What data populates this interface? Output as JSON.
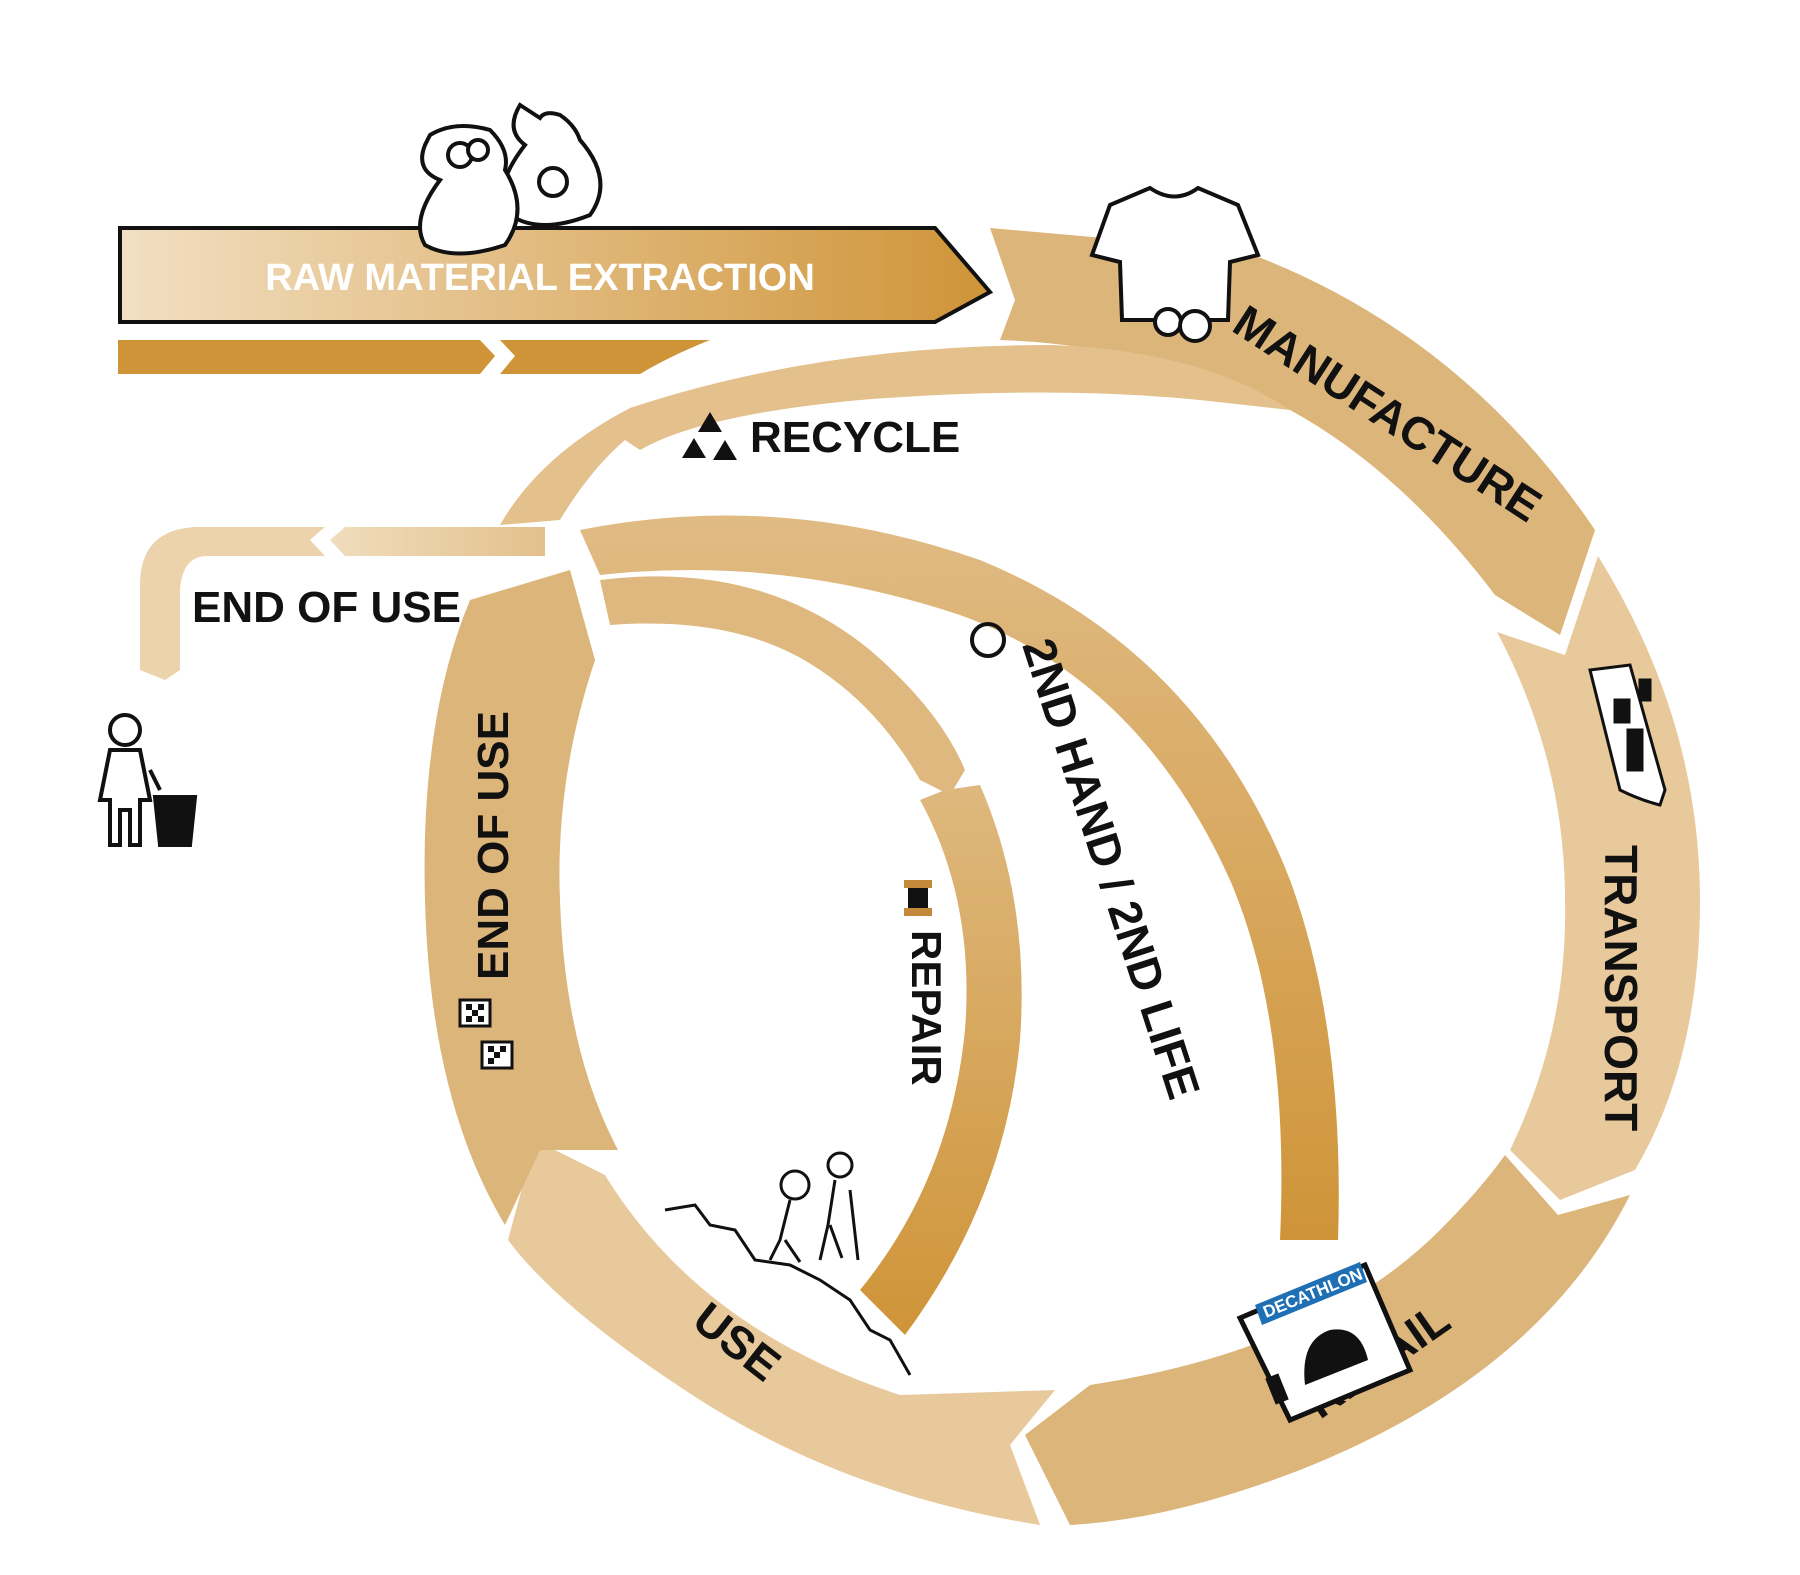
{
  "diagram": {
    "raw_material_label": "RAW MATERIAL EXTRACTION",
    "manufacture_label": "MANUFACTURE",
    "transport_label": "TRANSPORT",
    "retail_label": "RETAIL",
    "use_label": "USE",
    "end_of_use_ring_label": "END OF USE",
    "end_of_use_branch_label": "END OF USE",
    "recycle_label": "RECYCLE",
    "second_hand_label": "2ND HAND / 2ND LIFE",
    "repair_label": "REPAIR",
    "store_sign": "DECATHLON"
  },
  "colors": {
    "light": "#e8c99b",
    "medium": "#dcb57a",
    "dark": "#cf9438",
    "text": "#111111"
  },
  "icons": {
    "raw": "sacks-of-yarn-icon",
    "manufacture": "tshirt-and-yarn-icon",
    "transport": "cargo-ship-icon",
    "retail": "decathlon-store-icon",
    "use": "hikers-on-mountain-icon",
    "end_of_use": "checkered-flags-icon",
    "recycle": "recycle-icon",
    "second_hand": "circular-arrows-icon",
    "repair": "thread-spool-icon",
    "disposal": "person-with-trash-bin-icon"
  }
}
